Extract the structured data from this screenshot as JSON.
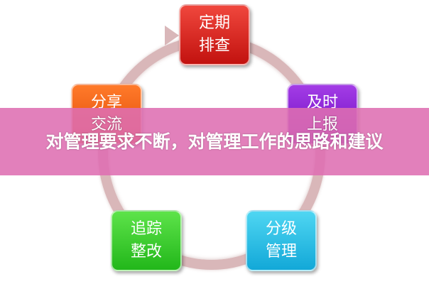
{
  "diagram": {
    "nodes": [
      {
        "line1": "定期",
        "line2": "排查"
      },
      {
        "line1": "分享",
        "line2": "交流"
      },
      {
        "line1": "及时",
        "line2": "上报"
      },
      {
        "line1": "追踪",
        "line2": "整改"
      },
      {
        "line1": "分级",
        "line2": "管理"
      }
    ]
  },
  "banner": {
    "title": "对管理要求不断，对管理工作的思路和建议"
  }
}
